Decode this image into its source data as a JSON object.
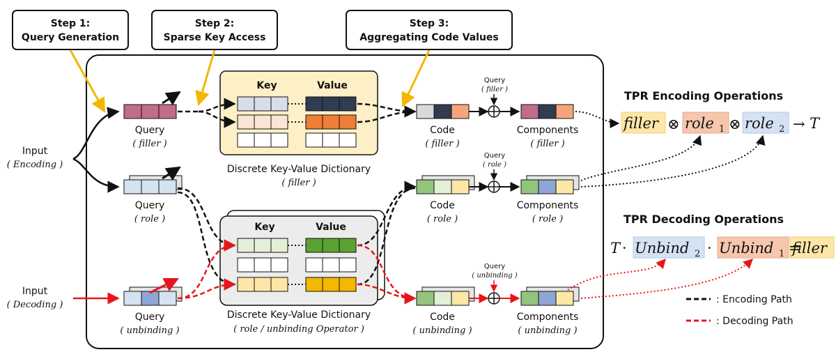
{
  "steps": [
    {
      "line1": "Step 1:",
      "line2": "Query Generation"
    },
    {
      "line1": "Step 2:",
      "line2": "Sparse Key Access"
    },
    {
      "line1": "Step 3:",
      "line2": "Aggregating Code Values"
    }
  ],
  "inputs": {
    "encoding": {
      "label": "Input",
      "sub": "( Encoding )"
    },
    "decoding": {
      "label": "Input",
      "sub": "( Decoding )"
    }
  },
  "queries": {
    "filler": {
      "label": "Query",
      "sub": "( filler )"
    },
    "role": {
      "label": "Query",
      "sub": "( role )"
    },
    "unbinding": {
      "label": "Query",
      "sub": "( unbinding )"
    }
  },
  "dictionaries": {
    "filler": {
      "key": "Key",
      "value": "Value",
      "caption": "Discrete Key-Value Dictionary",
      "sub": "( filler )"
    },
    "role": {
      "key": "Key",
      "value": "Value",
      "caption": "Discrete Key-Value Dictionary",
      "sub": "( role / unbinding Operator )"
    }
  },
  "codes": {
    "filler": {
      "label": "Code",
      "sub": "( filler )"
    },
    "role": {
      "label": "Code",
      "sub": "( role )"
    },
    "unbinding": {
      "label": "Code",
      "sub": "( unbinding )"
    }
  },
  "small_queries": {
    "filler": {
      "label": "Query",
      "sub": "( filler )"
    },
    "role": {
      "label": "Query",
      "sub": "( role )"
    },
    "unbinding": {
      "label": "Query",
      "sub": "( unbinding )"
    }
  },
  "components": {
    "filler": {
      "label": "Components",
      "sub": "( filler )"
    },
    "role": {
      "label": "Components",
      "sub": "( role )"
    },
    "unbinding": {
      "label": "Components",
      "sub": "( unbinding )"
    }
  },
  "tpr": {
    "encoding_title": "TPR Encoding Operations",
    "decoding_title": "TPR Decoding Operations",
    "filler": "filler",
    "role": "role",
    "sub1": "1",
    "sub2": "2",
    "otimes": "⊗",
    "arrow": "→",
    "T": "T",
    "cdot": "·",
    "unbind": "Unbind",
    "equals": "="
  },
  "legend": {
    "encoding": ": Encoding Path",
    "decoding": ": Decoding Path"
  },
  "colors": {
    "encoding_path": "#111111",
    "decoding_path": "#e8141b",
    "step_arrow": "#f2b705",
    "dict_filler_bg": "#fdf0c6",
    "dict_role_bg": "#ececec",
    "filler_highlight": "#fde7a6",
    "role_highlight": "#f6c6ad",
    "role2_highlight": "#d5e2f2"
  }
}
